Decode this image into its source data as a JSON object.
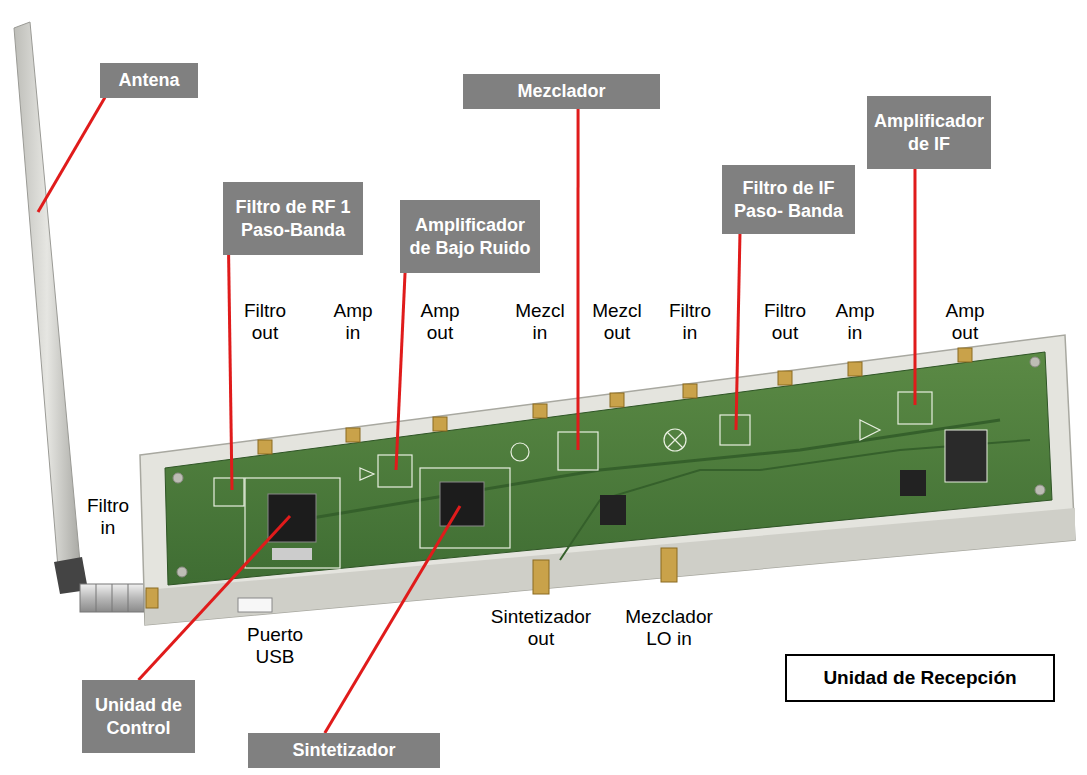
{
  "diagram": {
    "nodes": [
      {
        "text": [
          "Antena"
        ]
      },
      {
        "text": [
          "Filtro de RF 1 Paso-Banda"
        ]
      },
      {
        "text": [
          "Amplificador de Bajo Ruido"
        ]
      },
      {
        "text": [
          "Mezclador"
        ]
      },
      {
        "text": [
          "Filtro de IF Paso- Banda"
        ]
      },
      {
        "text": [
          "Amplificador de IF"
        ]
      },
      {
        "text": [
          "Unidad de Control"
        ]
      },
      {
        "text": [
          "Sintetizador"
        ]
      },
      {
        "text": [
          "Unidad de Recepción"
        ]
      }
    ],
    "labels": [
      "Filtro out",
      "Amp in",
      "Amp out",
      "Mezcl in",
      "Mezcl out",
      "Filtro in",
      "Filtro out",
      "Amp in",
      "Amp out",
      "Filtro in",
      "Puerto USB",
      "Sintetizador out",
      "Mezclador LO in"
    ]
  }
}
